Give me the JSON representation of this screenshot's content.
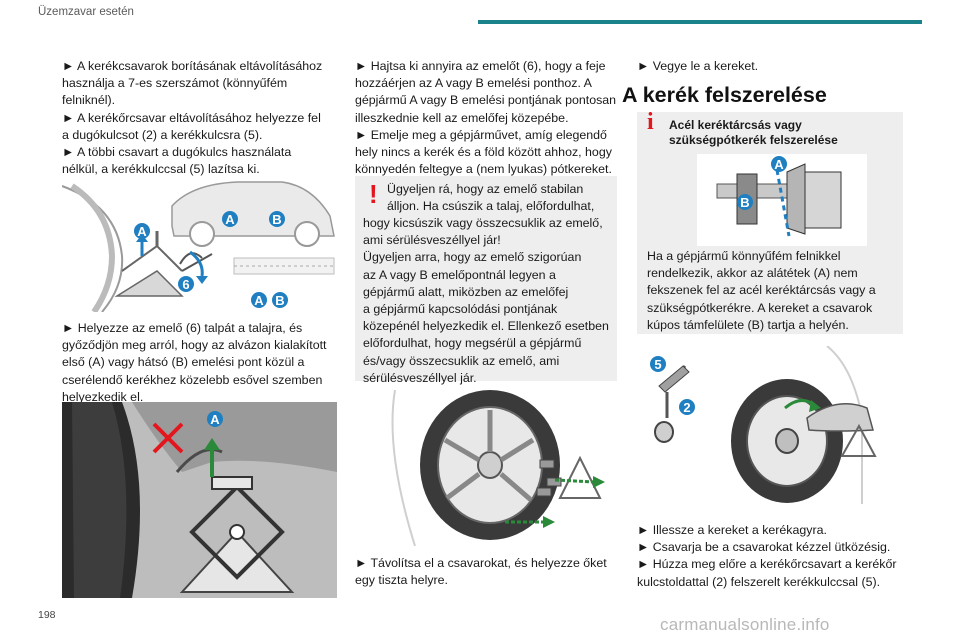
{
  "header": {
    "section": "Üzemzavar esetén",
    "accent": "#19828a"
  },
  "page_number": "198",
  "watermark": "carmanualsonline.info",
  "col1": {
    "para1": [
      "► A kerékcsavarok borításának eltávolításához",
      "használja a 7-es szerszámot (könnyűfém",
      "felniknél).",
      "► A kerékőrcsavar eltávolításához helyezze fel",
      "a dugókulcsot (2) a kerékkulcsra (5).",
      "► A többi csavart a dugókulcs használata",
      "nélkül, a kerékkulccsal (5) lazítsa ki."
    ],
    "fig1_labels": {
      "a": "A",
      "b": "B",
      "six": "6"
    },
    "para2": [
      "► Helyezze az emelő (6) talpát a talajra, és",
      "győződjön meg arról, hogy az alvázon kialakított",
      "első (A) vagy hátsó (B) emelési pont közül a",
      "cserélendő kerékhez közelebb esővel szemben",
      "helyezkedik el."
    ],
    "fig2_label": "A"
  },
  "col2": {
    "para1": [
      "► Hajtsa ki annyira az emelőt (6), hogy a feje",
      "hozzáérjen az A vagy B emelési ponthoz. A",
      "gépjármű A vagy B emelési pontjának pontosan",
      "illeszkednie kell az emelőfej közepébe.",
      "► Emelje meg a gépjárművet, amíg elegendő",
      "hely nincs a kerék és a föld között ahhoz, hogy",
      "könnyedén feltegye a (nem lyukas) pótkereket."
    ],
    "warning_icon": "exclamation-icon",
    "warning": [
      "Ügyeljen rá, hogy az emelő stabilan",
      "álljon. Ha csúszik a talaj, előfordulhat,",
      "hogy kicsúszik vagy összecsuklik az emelő,",
      "ami sérülésveszéllyel jár!",
      "Ügyeljen arra, hogy az emelő szigorúan",
      "az A vagy B emelőpontnál legyen a",
      "gépjármű alatt, miközben az emelőfej",
      "a gépjármű kapcsolódási pontjának",
      "közepénél helyezkedik el. Ellenkező esetben",
      "előfordulhat, hogy megsérül a gépjármű",
      "és/vagy összecsuklik az emelő, ami",
      "sérülésveszéllyel jár."
    ],
    "para2": [
      "► Távolítsa el a csavarokat, és helyezze őket",
      "egy tiszta helyre."
    ]
  },
  "col3": {
    "para1": "► Vegye le a kereket.",
    "heading": "A kerék felszerelése",
    "info_icon": "info-icon",
    "info_title": [
      "Acél keréktárcsás vagy",
      "szükségpótkerék felszerelése"
    ],
    "info_labels": {
      "a": "A",
      "b": "B"
    },
    "info_text": [
      "Ha a gépjármű könnyűfém felnikkel",
      "rendelkezik, akkor az alátétek (A) nem",
      "fekszenek fel az acél keréktárcsás vagy a",
      "szükségpótkerékre. A kereket a csavarok",
      "kúpos támfelülete (B) tartja a helyén."
    ],
    "fig_labels": {
      "five": "5",
      "two": "2"
    },
    "para2": [
      "► Illessze a kereket a kerékagyra.",
      "► Csavarja be a csavarokat kézzel ütközésig.",
      "► Húzza meg előre a kerékőrcsavart a kerékőr",
      "kulcstoldattal (2) felszerelt kerékkulccsal (5)."
    ]
  },
  "colors": {
    "badge_blue": "#1f7fc1",
    "warn_red": "#e3161d",
    "callout_bg": "#eeeeee"
  }
}
